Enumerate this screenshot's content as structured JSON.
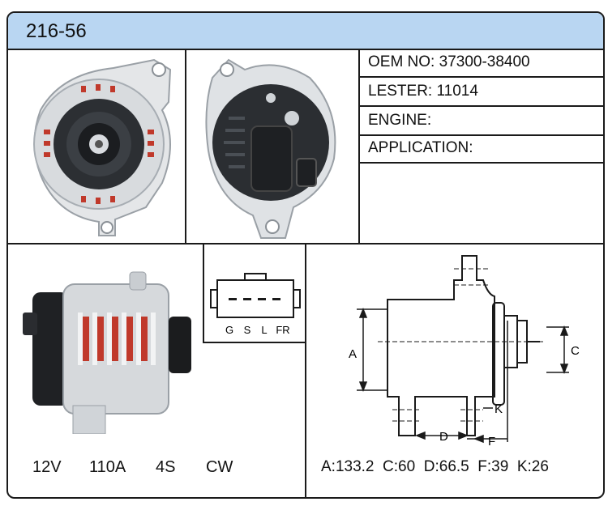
{
  "header": {
    "title": "216-56"
  },
  "specs": {
    "oem_label": "OEM NO:",
    "oem_value": "37300-38400",
    "lester_label": "LESTER:",
    "lester_value": "11014",
    "engine_label": "ENGINE:",
    "engine_value": "",
    "application_label": "APPLICATION:",
    "application_value": ""
  },
  "connector": {
    "pins": [
      "G",
      "S",
      "L",
      "FR"
    ]
  },
  "ratings": {
    "voltage": "12V",
    "amperage": "110A",
    "pulley": "4S",
    "rotation": "CW"
  },
  "diagram": {
    "labels": {
      "a": "A",
      "c": "C",
      "d": "D",
      "f": "F",
      "k": "K"
    },
    "dimensions": "A:133.2  C:60  D:66.5  F:39  K:26"
  },
  "colors": {
    "header_bg": "#b9d6f2",
    "border": "#1a1a1a",
    "accent_red": "#c0392b"
  }
}
